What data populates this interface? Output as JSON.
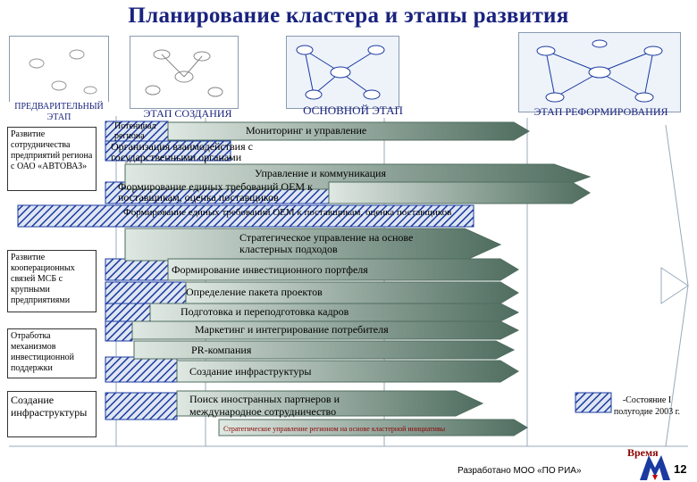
{
  "title": "Планирование кластера и этапы развития",
  "stages": {
    "prelim": "ПРЕДВАРИТЕЛЬНЫЙ ЭТАП",
    "creation": "ЭТАП СОЗДАНИЯ",
    "main": "ОСНОВНОЙ ЭТАП",
    "reform": "ЭТАП РЕФОРМИРОВАНИЯ"
  },
  "left_boxes": [
    "Развитие сотрудничества предприятий региона с ОАО «АВТОВАЗ»",
    "Развитие кооперационных связей МСБ с крупными предприятиями",
    "Отработка механизмов инвестиционной поддержки",
    "Создание инфраструктуры"
  ],
  "arrows": {
    "potential": "Потенциал региона",
    "monitoring": "Мониторинг и управление",
    "organization": "Организация взаимодействия с государственными органами",
    "management": "Управление и коммуникация",
    "oem_req_1": "Формирование единых требований ОЕМ к поставщикам, оценка поставщиков",
    "oem_req_2": "Формирование единых требований ОЕМ к поставщикам, оценка поставщиков",
    "strategic": "Стратегическое управление на основе кластерных подходов",
    "portfolio": "Формирование инвестиционного портфеля",
    "package": "Определение пакета проектов",
    "training": "Подготовка и переподготовка кадров",
    "marketing": "Маркетинг и интегрирование потребителя",
    "pr": "PR-компания",
    "infra": "Создание инфраструктуры",
    "partners": "Поиск иностранных партнеров и международное сотрудничество",
    "regional": "Стратегическое управление регионом на основе кластерной инициативы"
  },
  "legend": "-Состояние I полугодие 2003 г.",
  "time_label": "Время",
  "footer": {
    "developer": "Разработано МОО «ПО РИА»",
    "page": "12"
  },
  "colors": {
    "title": "#1a237e",
    "hatch": "#1a3aa0",
    "arrow_dark": "#4f6d5f",
    "arrow_light": "#dfe8e2",
    "logo": "#1a3aa0"
  }
}
